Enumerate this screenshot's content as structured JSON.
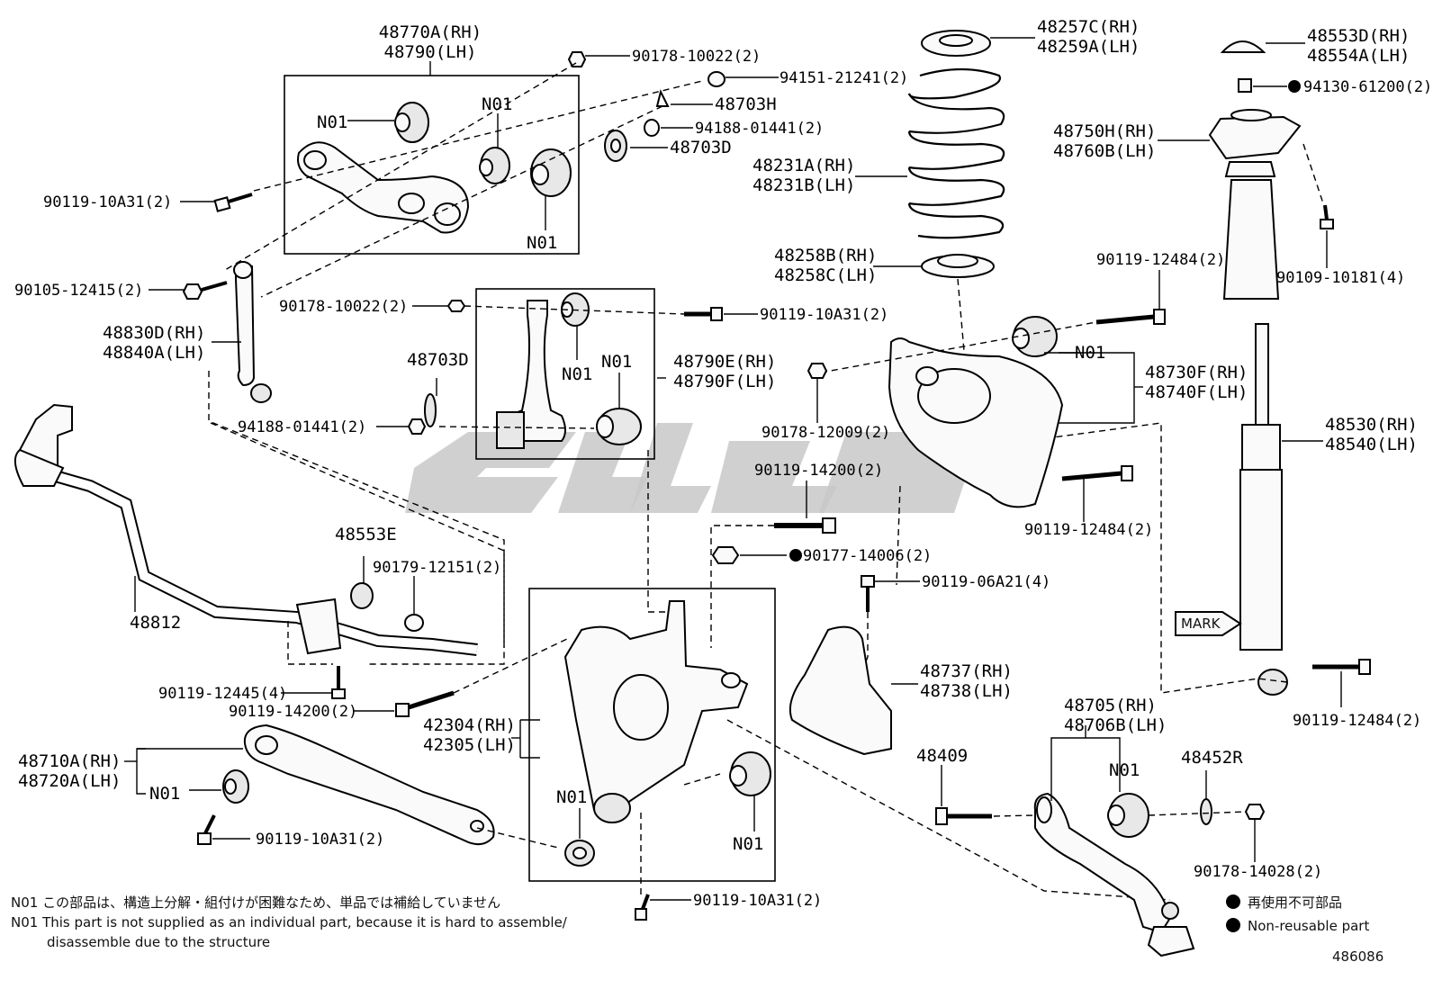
{
  "labels": {
    "upper_arm_a": "48770A(RH)",
    "upper_arm_b": "48790(LH)",
    "b90178_10022_top": "90178-10022(2)",
    "b94151": "94151-21241(2)",
    "b48703H": "48703H",
    "b94188_top": "94188-01441(2)",
    "b48703D_top": "48703D",
    "b90119_10A31_top": "90119-10A31(2)",
    "n01_a": "N01",
    "n01_b": "N01",
    "n01_c": "N01",
    "b90105": "90105-12415(2)",
    "link_a": "48830D(RH)",
    "link_b": "48840A(LH)",
    "b90178_10022_mid": "90178-10022(2)",
    "b90119_10A31_mid": "90119-10A31(2)",
    "n01_d": "N01",
    "n01_e": "N01",
    "arm2_a": "48790E(RH)",
    "arm2_b": "48790F(LH)",
    "b48703D_mid": "48703D",
    "b94188_mid": "94188-01441(2)",
    "spring_seat_a": "48257C(RH)",
    "spring_seat_b": "48259A(LH)",
    "spring_a": "48231A(RH)",
    "spring_b": "48231B(LH)",
    "insul_a": "48258B(RH)",
    "insul_b": "48258C(LH)",
    "cap_a": "48553D(RH)",
    "cap_b": "48554A(LH)",
    "b94130": "94130-61200(2)",
    "support_a": "48750H(RH)",
    "support_b": "48760B(LH)",
    "b90109": "90109-10181(4)",
    "b90119_12484_a": "90119-12484(2)",
    "n01_f": "N01",
    "lower_a": "48730F(RH)",
    "lower_b": "48740F(LH)",
    "b90178_12009": "90178-12009(2)",
    "b90119_14200_a": "90119-14200(2)",
    "b90119_12484_b": "90119-12484(2)",
    "b90177": "90177-14006(2)",
    "b90119_06A21": "90119-06A21(4)",
    "shock_a": "48530(RH)",
    "shock_b": "48540(LH)",
    "mark": "MARK",
    "stab_bar": "48812",
    "bush": "48553E",
    "b90179": "90179-12151(2)",
    "b90119_12445": "90119-12445(4)",
    "b90119_14200_b": "90119-14200(2)",
    "knuckle_a": "42304(RH)",
    "knuckle_b": "42305(LH)",
    "cover_a": "48737(RH)",
    "cover_b": "48738(LH)",
    "b90119_12484_c": "90119-12484(2)",
    "trail_a": "48710A(RH)",
    "trail_b": "48720A(LH)",
    "n01_g": "N01",
    "b90119_10A31_low": "90119-10A31(2)",
    "n01_h": "N01",
    "n01_i": "N01",
    "b48409": "48409",
    "toe_a": "48705(RH)",
    "toe_b": "48706B(LH)",
    "n01_j": "N01",
    "b48452R": "48452R",
    "b90178_14028": "90178-14028(2)",
    "b90119_10A31_bot": "90119-10A31(2)"
  },
  "notes": {
    "jp": "N01 この部品は、構造上分解・組付けが困難なため、単品では補給していません",
    "en1": "N01 This part is not supplied as an individual part, because it is hard to assemble/",
    "en2": "disassemble due to the structure",
    "legend_jp": "再使用不可部品",
    "legend_en": "Non-reusable part"
  },
  "diagram_id": "486086"
}
